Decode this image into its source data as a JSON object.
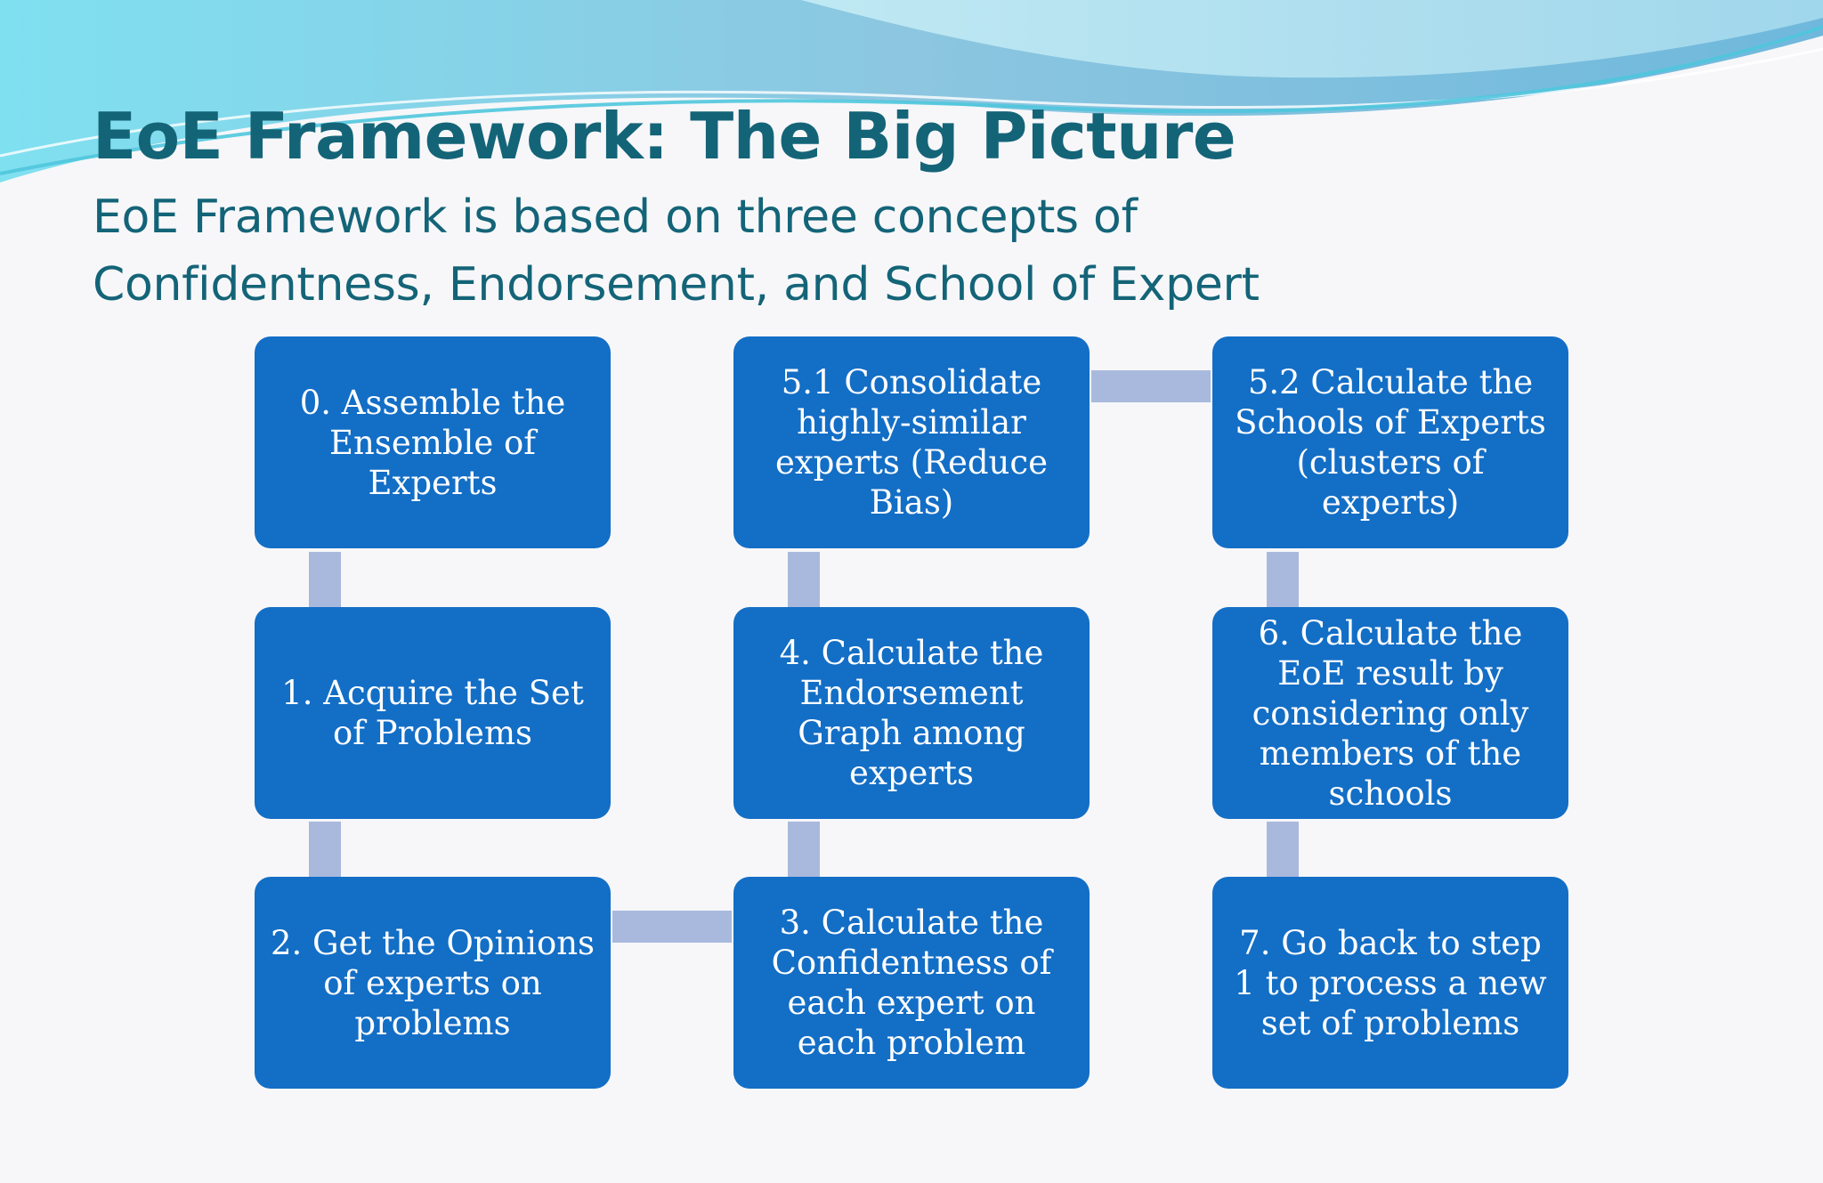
{
  "slide": {
    "title": "EoE Framework: The Big Picture",
    "subtitle": "EoE Framework is based on three concepts of Confidentness, Endorsement, and School of Expert"
  },
  "colors": {
    "title": "#146478",
    "box_fill": "#136ec6",
    "box_text": "#ffffff",
    "connector": "#a9b9dd",
    "background": "#f7f7f9",
    "wave_accent": "#5ccde4"
  },
  "steps": {
    "step0": "0. Assemble the Ensemble of Experts",
    "step1": "1. Acquire the Set of Problems",
    "step2": "2. Get the Opinions of experts on problems",
    "step3": "3. Calculate the Confidentness of each expert on each problem",
    "step4": "4. Calculate the Endorsement Graph among experts",
    "step5_1": "5.1 Consolidate highly-similar experts (Reduce Bias)",
    "step5_2": "5.2 Calculate the Schools of Experts (clusters of experts)",
    "step6": "6. Calculate the EoE result by considering only members of the schools",
    "step7": "7. Go back to step 1 to process a new set of problems"
  }
}
